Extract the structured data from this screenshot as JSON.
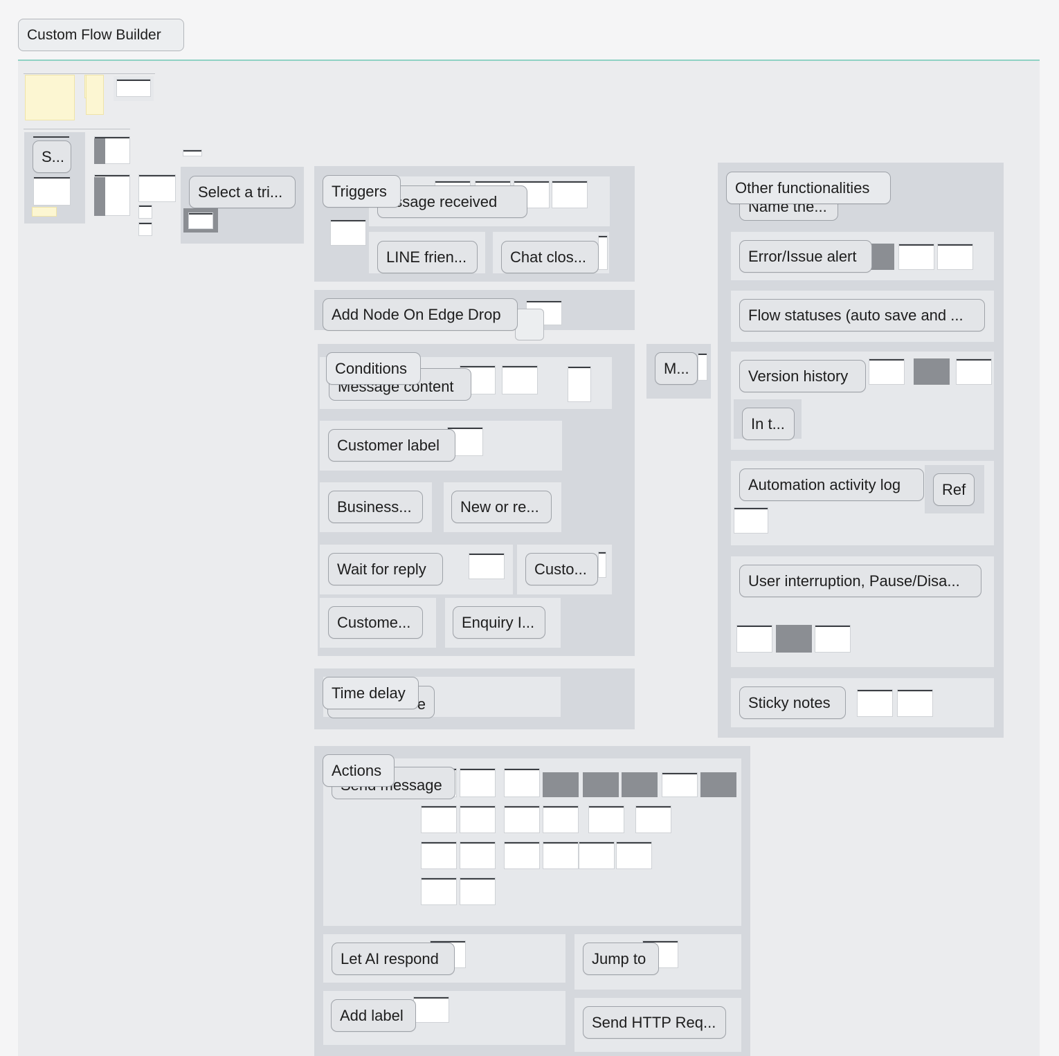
{
  "board": {
    "title": "Custom Flow Builder"
  },
  "overview": {
    "start_label": "S...",
    "select_trigger_label": "Select a tri..."
  },
  "triggers": {
    "header": "Triggers",
    "items": [
      "essage received",
      "LINE frien...",
      "Chat clos..."
    ]
  },
  "add_node": {
    "label": "Add Node On Edge Drop"
  },
  "conditions": {
    "header": "Conditions",
    "items": [
      "Message content",
      "Customer label",
      "Business...",
      "New or re...",
      "Wait for reply",
      "Custo...",
      "Custome...",
      "Enquiry I..."
    ]
  },
  "misc": {
    "label": "M..."
  },
  "time_delay": {
    "header": "Time delay",
    "item": "e"
  },
  "actions": {
    "header": "Actions",
    "items": [
      "Send message",
      "Let AI respond",
      "Jump to",
      "Add label",
      "Send HTTP Req..."
    ]
  },
  "other": {
    "header": "Other functionalities",
    "items": [
      "Name the...",
      "Error/Issue alert",
      "Flow statuses (auto save and ...",
      "Version history",
      "In t...",
      "Automation activity log",
      "Ref",
      "User interruption, Pause/Disa...",
      "Sticky notes"
    ]
  },
  "colors": {
    "canvas": "#ebecee",
    "section": "#d5d8dd",
    "accent_line": "#8fd2c4",
    "label_bg": "#e3e5e8"
  }
}
